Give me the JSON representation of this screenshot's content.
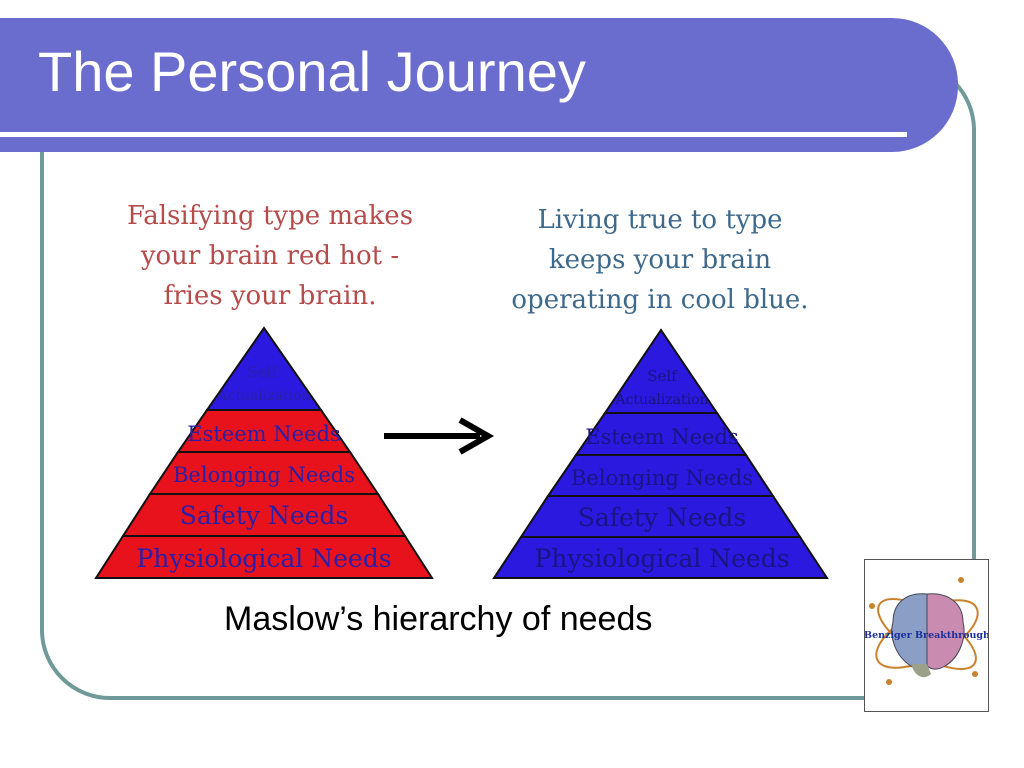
{
  "slide": {
    "title": "The Personal Journey",
    "caption": "Maslow’s hierarchy of needs"
  },
  "left_panel": {
    "note": "Falsifying type makes\nyour brain red hot -\nfries your brain.",
    "note_color": "#b64b4b",
    "fill_color": "#e8121c",
    "levels": [
      "Self",
      "Actualization",
      "Esteem Needs",
      "Belonging Needs",
      "Safety Needs",
      "Physiological Needs"
    ]
  },
  "right_panel": {
    "note": "Living true to type\nkeeps your brain\noperating in cool blue.",
    "note_color": "#3d6a8c",
    "fill_color": "#2b19e0",
    "levels": [
      "Self",
      "Actualization",
      "Esteem Needs",
      "Belonging Needs",
      "Safety Needs",
      "Physiological Needs"
    ]
  },
  "logo": {
    "text": "Benziger Breakthrough"
  },
  "colors": {
    "title_bar": "#6b6dce",
    "frame": "#6f9a99",
    "pyramid_label_left": "#2a1fa8",
    "pyramid_label_right": "#1a1580"
  }
}
